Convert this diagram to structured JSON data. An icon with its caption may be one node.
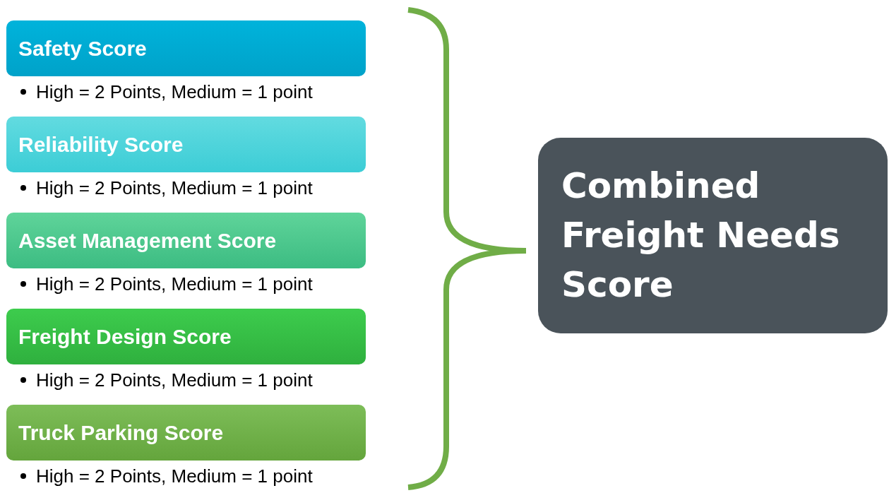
{
  "diagram": {
    "nodes": [
      {
        "text": [
          "Safety Score"
        ],
        "beside": [
          "High = 2 Points, Medium = 1 point"
        ]
      },
      {
        "text": [
          "Reliability Score"
        ],
        "beside": [
          "High = 2 Points, Medium = 1 point"
        ]
      },
      {
        "text": [
          "Asset Management Score"
        ],
        "beside": [
          "High = 2 Points, Medium = 1 point"
        ]
      },
      {
        "text": [
          "Freight Design Score"
        ],
        "beside": [
          "High = 2 Points, Medium = 1 point"
        ]
      },
      {
        "text": [
          "Truck Parking Score"
        ],
        "beside": [
          "High = 2 Points, Medium = 1 point"
        ]
      },
      {
        "text": [
          "Combined Freight Needs Score"
        ]
      }
    ]
  }
}
